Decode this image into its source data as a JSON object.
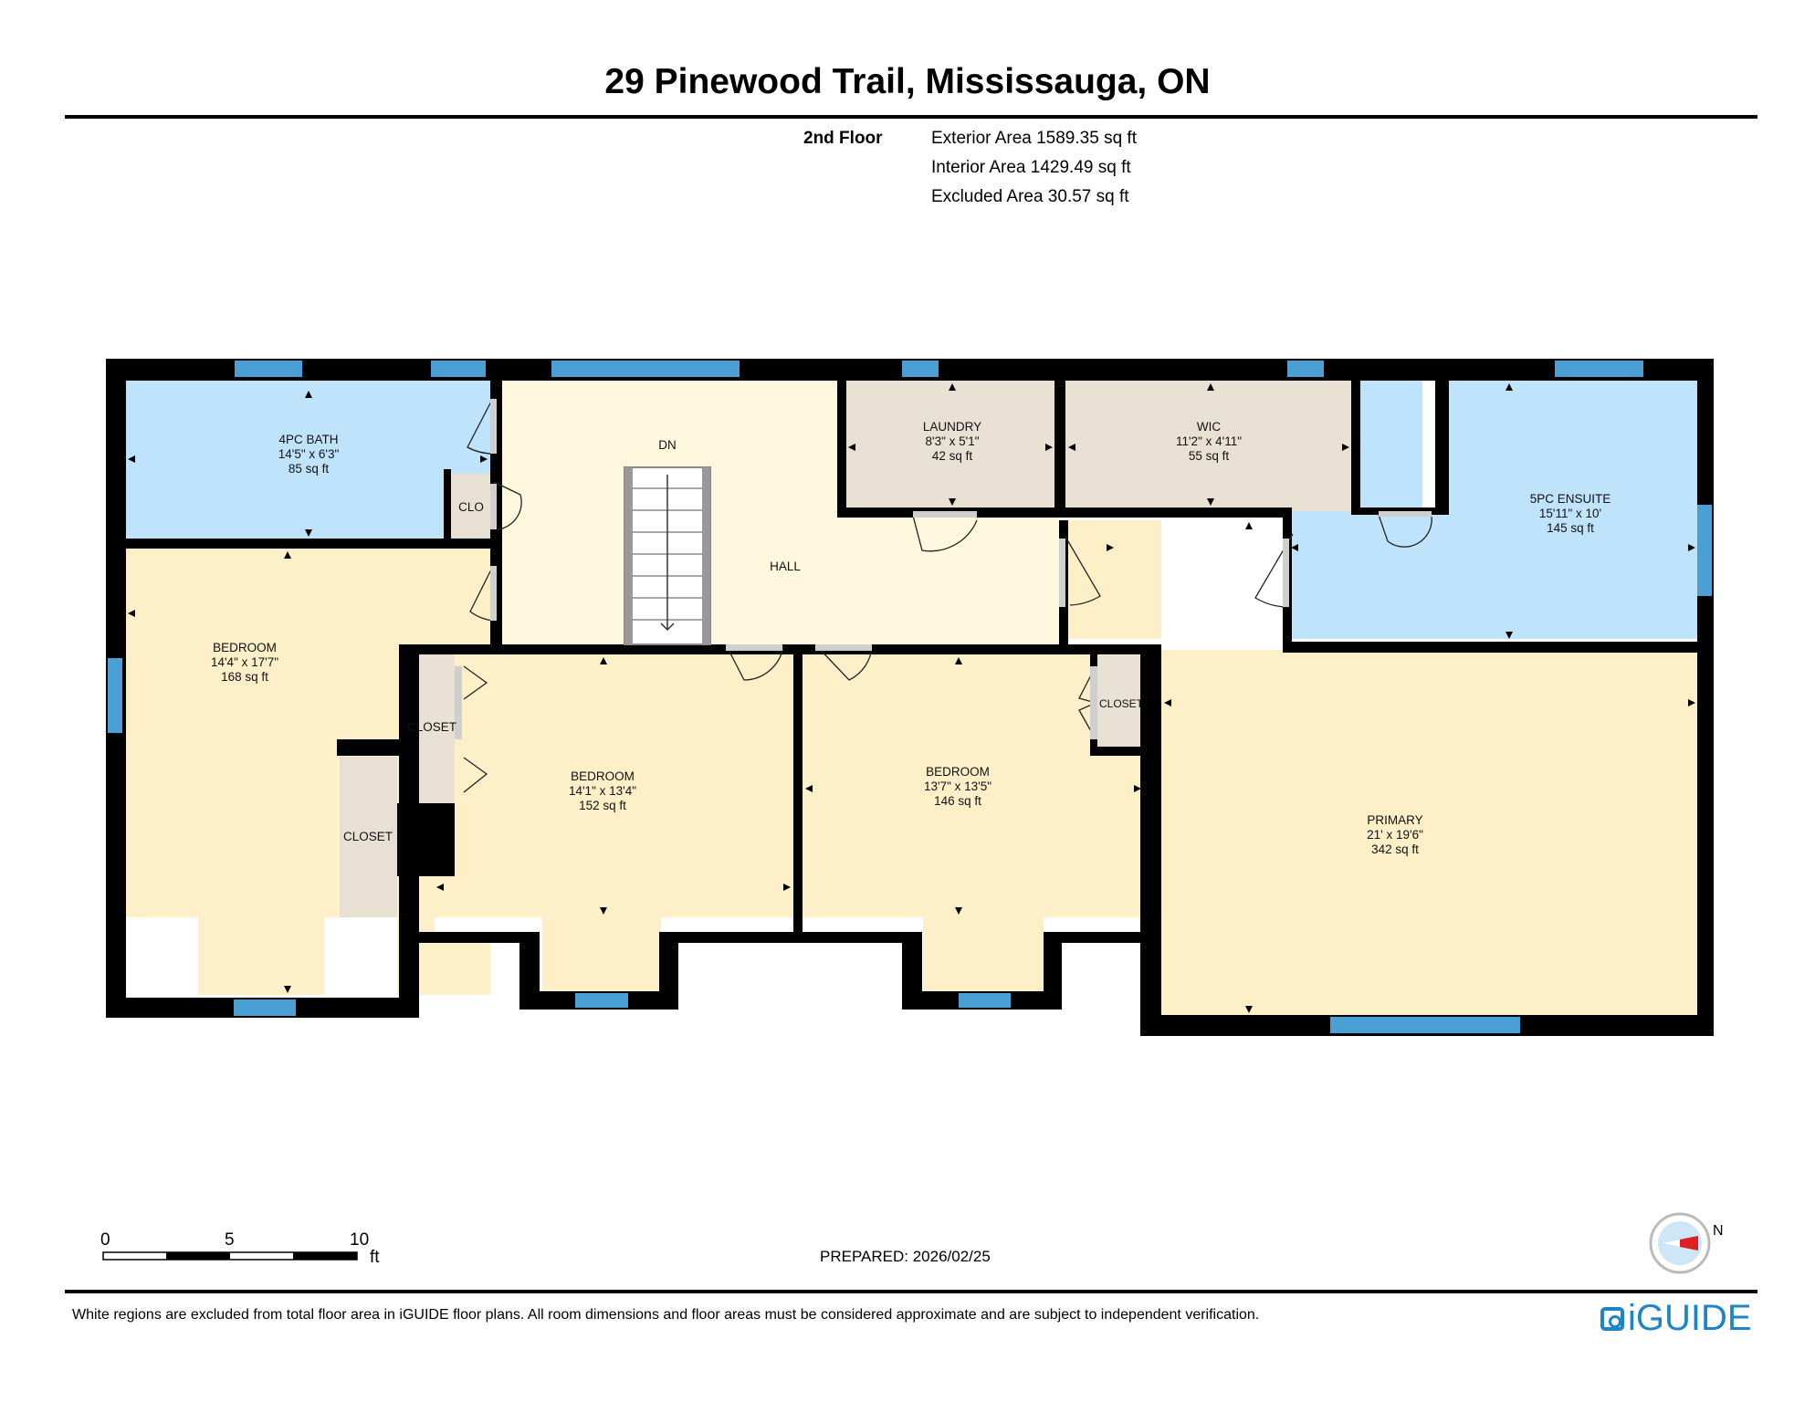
{
  "header": {
    "title": "29 Pinewood Trail, Mississauga, ON",
    "floor_label": "2nd Floor",
    "exterior_area": "Exterior Area 1589.35 sq ft",
    "interior_area": "Interior Area 1429.49 sq ft",
    "excluded_area": "Excluded Area 30.57 sq ft"
  },
  "rooms": {
    "bath4": {
      "name": "4PC BATH",
      "dims": "14'5\" x 6'3\"",
      "area": "85 sq ft"
    },
    "clo": {
      "name": "CLO"
    },
    "hall": {
      "name": "HALL",
      "stairs": "DN"
    },
    "laundry": {
      "name": "LAUNDRY",
      "dims": "8'3\" x 5'1\"",
      "area": "42 sq ft"
    },
    "wic": {
      "name": "WIC",
      "dims": "11'2\" x 4'11\"",
      "area": "55 sq ft"
    },
    "ensuite": {
      "name": "5PC ENSUITE",
      "dims": "15'11\" x 10'",
      "area": "145 sq ft"
    },
    "bedroom1": {
      "name": "BEDROOM",
      "dims": "14'4\" x 17'7\"",
      "area": "168 sq ft"
    },
    "bedroom2": {
      "name": "BEDROOM",
      "dims": "14'1\" x 13'4\"",
      "area": "152 sq ft"
    },
    "bedroom3": {
      "name": "BEDROOM",
      "dims": "13'7\" x 13'5\"",
      "area": "146 sq ft"
    },
    "primary": {
      "name": "PRIMARY",
      "dims": "21' x 19'6\"",
      "area": "342 sq ft"
    },
    "closet_a": {
      "name": "CLOSET"
    },
    "closet_b": {
      "name": "CLOSET"
    },
    "closet_c": {
      "name": "CLOSET"
    }
  },
  "scale": {
    "t0": "0",
    "t5": "5",
    "t10": "10",
    "unit": "ft"
  },
  "compass": {
    "north_label": "N"
  },
  "footer": {
    "prepared": "PREPARED: 2026/02/25",
    "disclaimer": "White regions are excluded from total floor area in iGUIDE floor plans. All room dimensions and floor areas must be considered approximate and are subject to independent verification.",
    "brand": "iGUIDE"
  },
  "colors": {
    "wet_room": "#bfe3fb",
    "bedroom": "#fdf0c9",
    "hall": "#fff8de",
    "utility": "#e8e0d2",
    "window": "#4a9fd4",
    "wall": "#000000",
    "brand": "#1e84c8"
  }
}
